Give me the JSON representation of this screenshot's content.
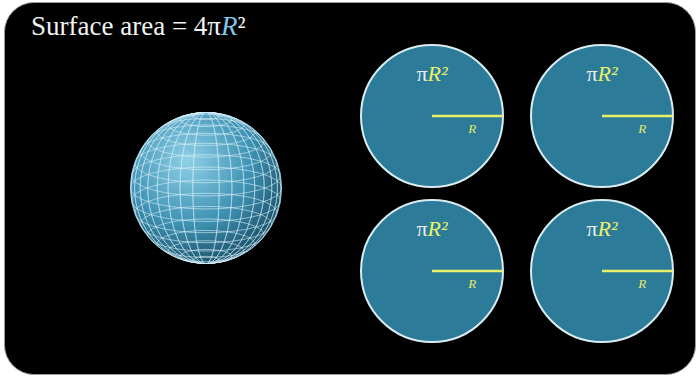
{
  "diagram": {
    "title": "Surface area = 4πR²",
    "nodes": [
      {
        "text": [
          "πR²",
          "R"
        ]
      },
      {
        "text": [
          "πR²",
          "R"
        ]
      },
      {
        "text": [
          "πR²",
          "R"
        ]
      },
      {
        "text": [
          "πR²",
          "R"
        ]
      }
    ]
  }
}
